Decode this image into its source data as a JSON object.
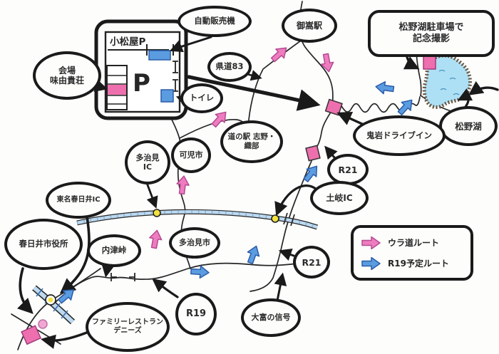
{
  "colors": {
    "ink": "#1a1a1a",
    "paper": "#fdfdfb",
    "pink": "#ef7cbe",
    "pink-dark": "#b44a92",
    "pink-marker": "#ee6fae",
    "blue": "#5b9ce0",
    "blue-dark": "#2a5ca8",
    "lake": "#aee0f5",
    "shore": "#6b5139",
    "hwy": "#bcd9f0",
    "yellow": "#f2e13e"
  },
  "venue_map": {
    "title": "小松屋P",
    "parking_symbol": "P"
  },
  "bubbles": {
    "kaijo": "会場\n味由貴荘",
    "jihanki": "自動販売機",
    "toire": "トイレ",
    "kendo83": "県道83",
    "mitake_station": "御嵩駅",
    "matsuno_photo": "松野湖駐車場で\n記念撮影",
    "matsuno_lake": "松野湖",
    "oniiwa_drivein": "鬼岩ドライブイン",
    "michinoeki": "道の駅 志野・織部",
    "kani_city": "可児市",
    "tajimi_ic": "多治見\nIC",
    "r21_upper": "R21",
    "toki_ic": "土岐IC",
    "tomei_kasugai_ic": "東名春日井IC",
    "kasugai_city_hall": "春日井市役所",
    "utsutsu_pass": "内津峠",
    "tajimi_city": "多治見市",
    "r19": "R19",
    "ootomi_signal": "大富の信号",
    "r21_lower": "R21",
    "dennys": "ファミリーレストラン\nデニーズ"
  },
  "legend": {
    "ura_route": "ウラ道ルート",
    "r19_route": "R19予定ルート"
  }
}
